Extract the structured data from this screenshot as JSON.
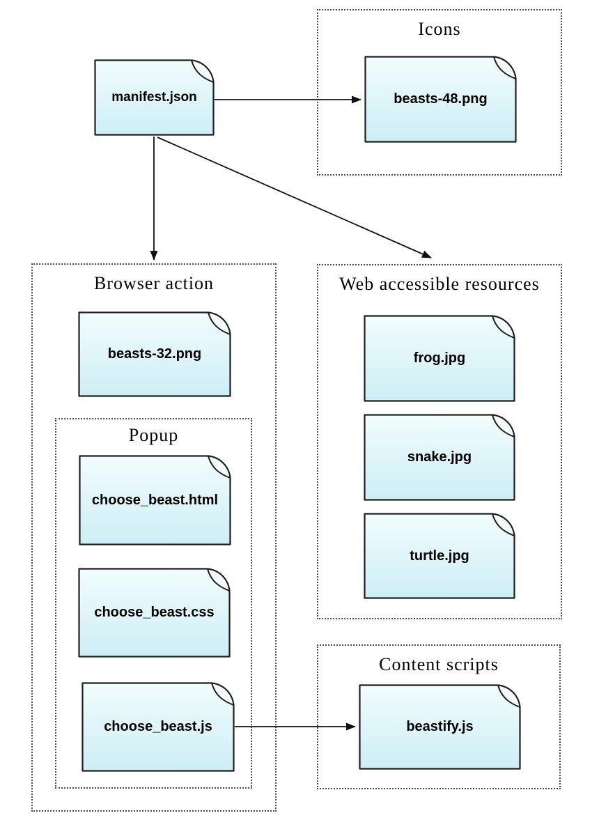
{
  "diagram": {
    "manifest": {
      "label": "manifest.json"
    },
    "icons": {
      "title": "Icons",
      "beasts48": "beasts-48.png"
    },
    "browser_action": {
      "title": "Browser action",
      "beasts32": "beasts-32.png",
      "popup": {
        "title": "Popup",
        "html": "choose_beast.html",
        "css": "choose_beast.css",
        "js": "choose_beast.js"
      }
    },
    "web_accessible": {
      "title": "Web accessible resources",
      "frog": "frog.jpg",
      "snake": "snake.jpg",
      "turtle": "turtle.jpg"
    },
    "content_scripts": {
      "title": "Content scripts",
      "beastify": "beastify.js"
    },
    "colors": {
      "background": "#ffffff",
      "node_fill_top": "#f2fcfd",
      "node_fill_bottom": "#cdeef5",
      "node_fold_fill": "#f6fdfe",
      "node_border": "#1f1f1f",
      "group_border": "#4a4a4a",
      "arrow": "#111111",
      "label": "#000000",
      "title": "#000000"
    }
  }
}
